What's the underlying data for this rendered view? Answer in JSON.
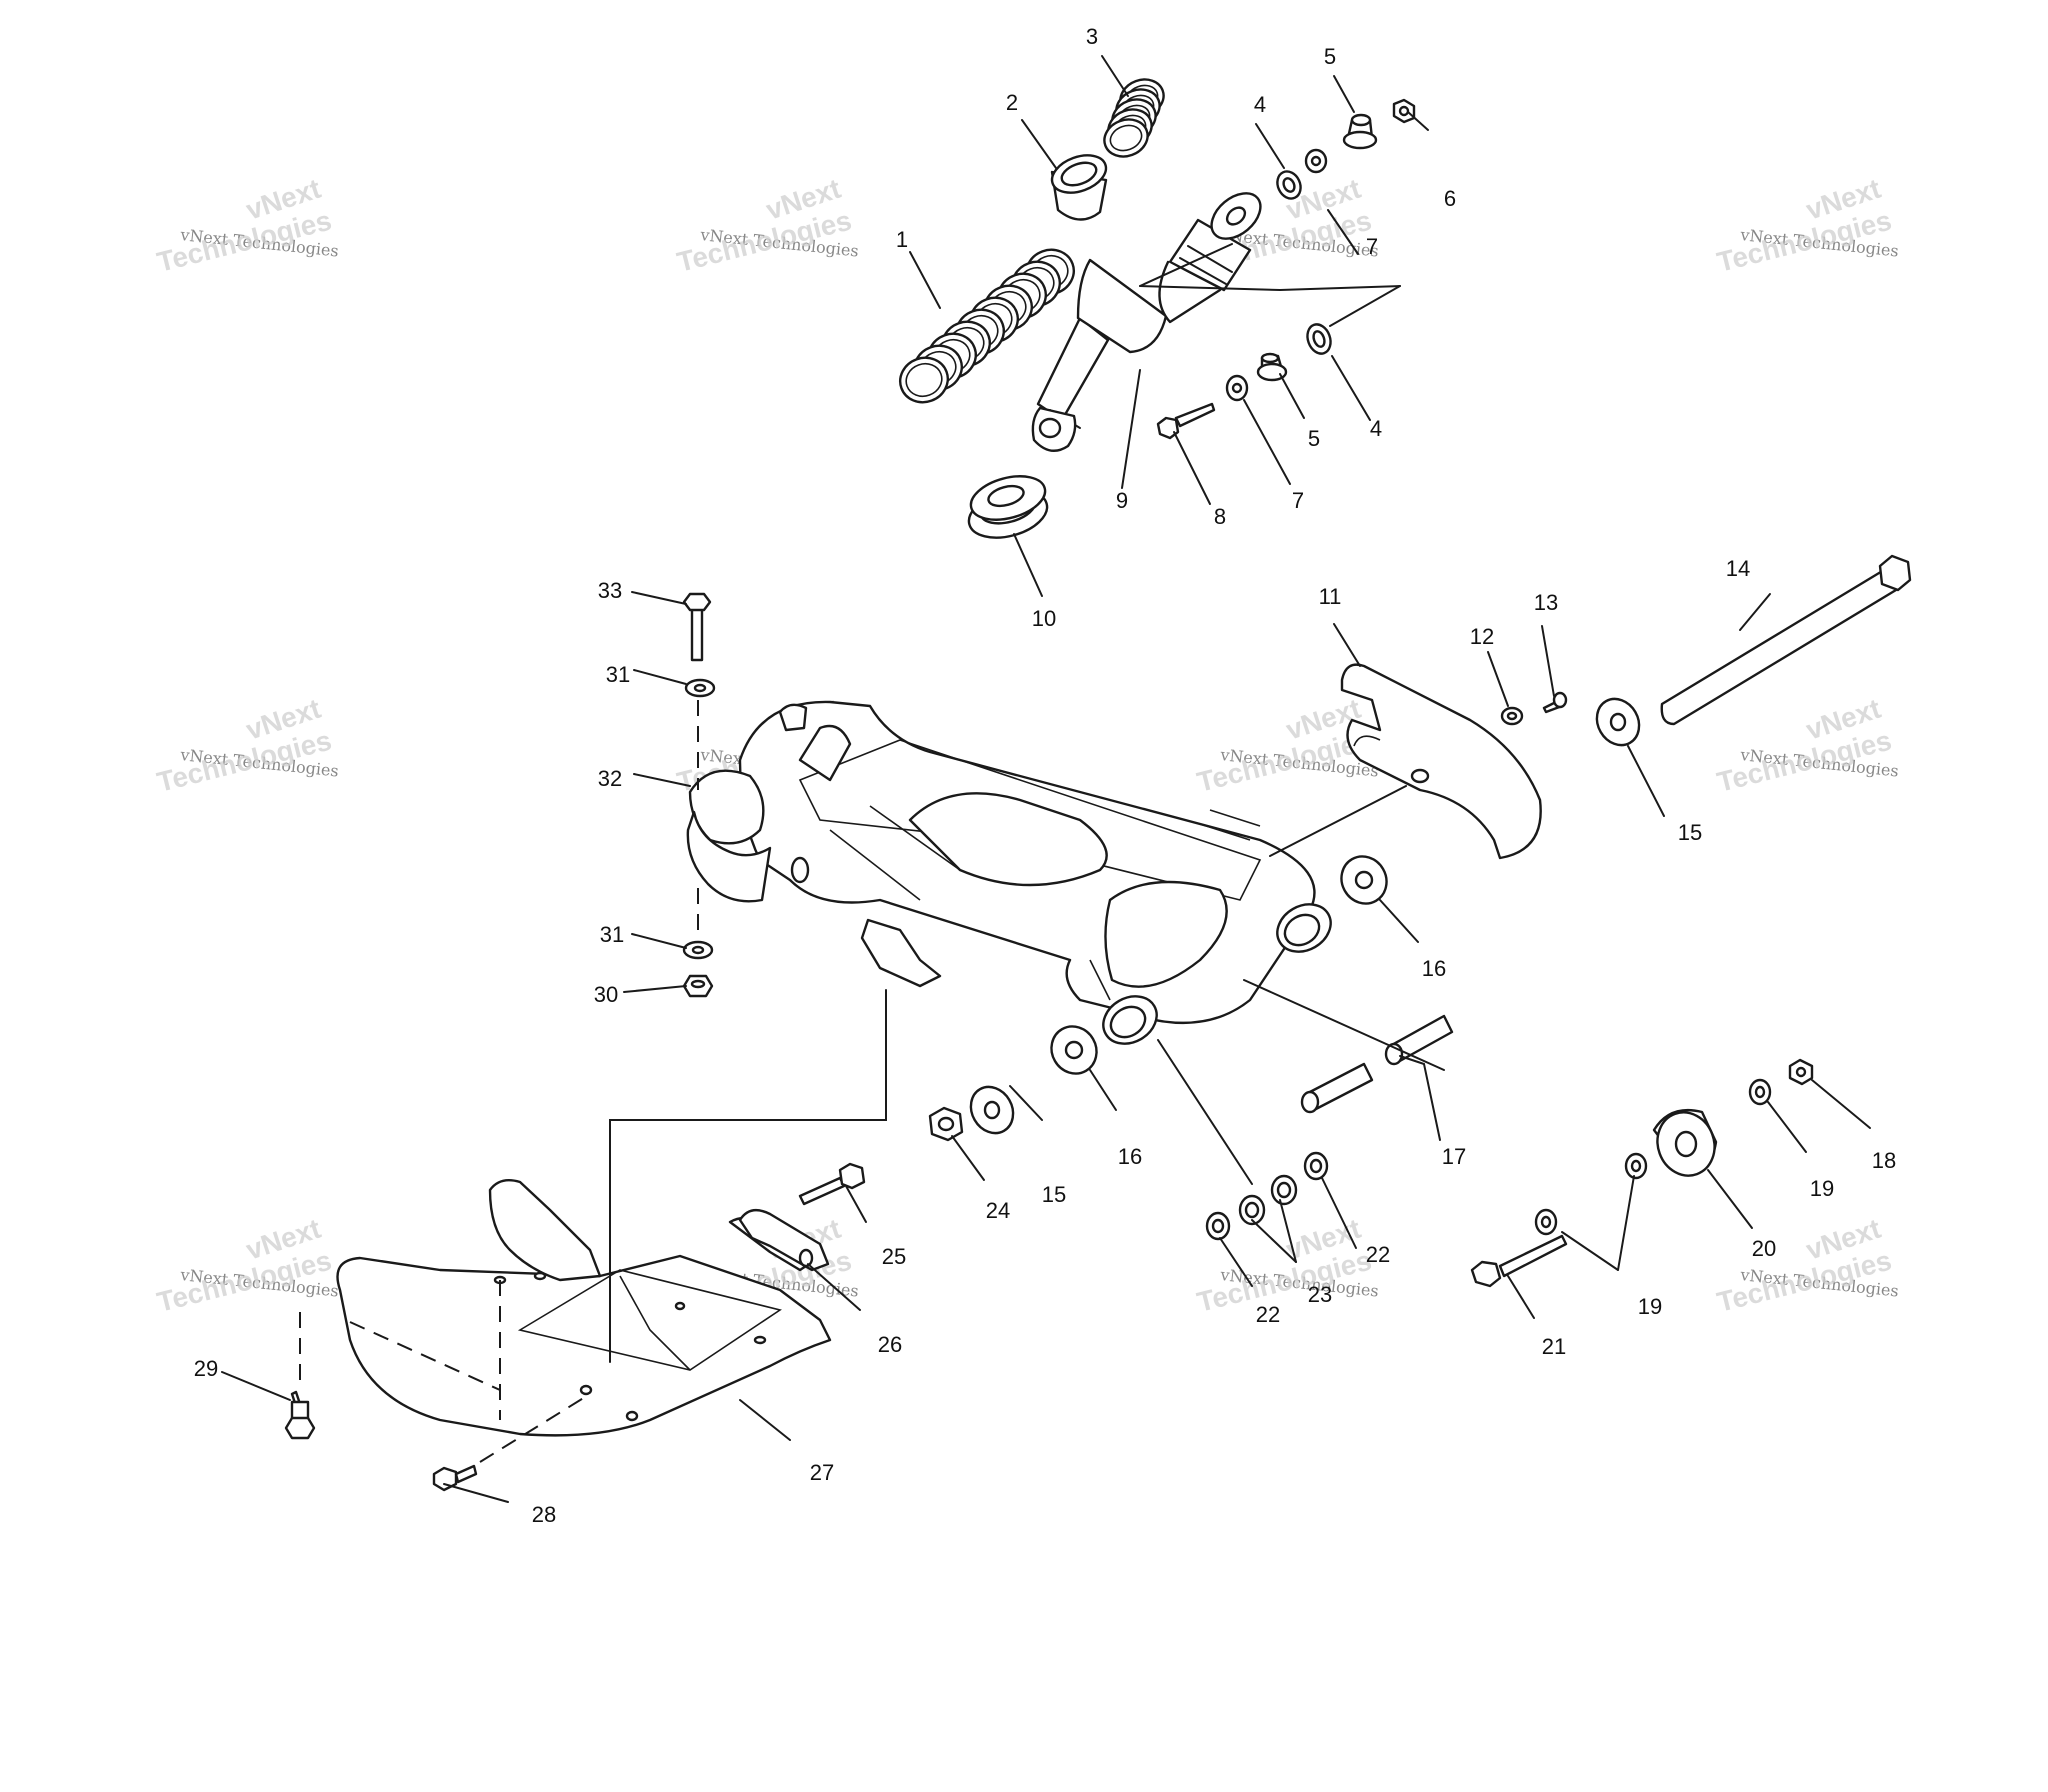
{
  "watermark": {
    "line_small": "vNext Technologies",
    "line_big": "Technologies",
    "line_top": "vNext"
  },
  "parts": [
    {
      "id": "p1",
      "num": "1",
      "name": "spring-large"
    },
    {
      "id": "p2",
      "num": "2",
      "name": "spring-retainer"
    },
    {
      "id": "p3",
      "num": "3",
      "name": "spring-small"
    },
    {
      "id": "p4a",
      "num": "4",
      "name": "washer"
    },
    {
      "id": "p4b",
      "num": "4",
      "name": "washer"
    },
    {
      "id": "p5a",
      "num": "5",
      "name": "bushing"
    },
    {
      "id": "p5b",
      "num": "5",
      "name": "bushing"
    },
    {
      "id": "p6",
      "num": "6",
      "name": "nut"
    },
    {
      "id": "p7a",
      "num": "7",
      "name": "washer"
    },
    {
      "id": "p7b",
      "num": "7",
      "name": "washer"
    },
    {
      "id": "p8",
      "num": "8",
      "name": "bolt"
    },
    {
      "id": "p9",
      "num": "9",
      "name": "shock-absorber"
    },
    {
      "id": "p10",
      "num": "10",
      "name": "spring-adjuster"
    },
    {
      "id": "p11",
      "num": "11",
      "name": "chain-guide"
    },
    {
      "id": "p12",
      "num": "12",
      "name": "washer"
    },
    {
      "id": "p13",
      "num": "13",
      "name": "screw"
    },
    {
      "id": "p14",
      "num": "14",
      "name": "pivot-bolt"
    },
    {
      "id": "p15a",
      "num": "15",
      "name": "washer"
    },
    {
      "id": "p15b",
      "num": "15",
      "name": "washer"
    },
    {
      "id": "p16a",
      "num": "16",
      "name": "dust-seal"
    },
    {
      "id": "p16b",
      "num": "16",
      "name": "dust-seal"
    },
    {
      "id": "p17",
      "num": "17",
      "name": "pivot-bushing"
    },
    {
      "id": "p18",
      "num": "18",
      "name": "nut"
    },
    {
      "id": "p19a",
      "num": "19",
      "name": "washer"
    },
    {
      "id": "p19b",
      "num": "19",
      "name": "washer"
    },
    {
      "id": "p20",
      "num": "20",
      "name": "roller"
    },
    {
      "id": "p21",
      "num": "21",
      "name": "bolt"
    },
    {
      "id": "p22a",
      "num": "22",
      "name": "washer"
    },
    {
      "id": "p22b",
      "num": "22",
      "name": "washer"
    },
    {
      "id": "p23",
      "num": "23",
      "name": "bushing"
    },
    {
      "id": "p24",
      "num": "24",
      "name": "nut"
    },
    {
      "id": "p25",
      "num": "25",
      "name": "bolt"
    },
    {
      "id": "p26",
      "num": "26",
      "name": "bracket"
    },
    {
      "id": "p27",
      "num": "27",
      "name": "skid-plate"
    },
    {
      "id": "p28",
      "num": "28",
      "name": "bolt"
    },
    {
      "id": "p29",
      "num": "29",
      "name": "bolt"
    },
    {
      "id": "p30",
      "num": "30",
      "name": "nut"
    },
    {
      "id": "p31a",
      "num": "31",
      "name": "washer"
    },
    {
      "id": "p31b",
      "num": "31",
      "name": "washer"
    },
    {
      "id": "p32",
      "num": "32",
      "name": "brake-hose-clamp"
    },
    {
      "id": "p33",
      "num": "33",
      "name": "bolt"
    }
  ]
}
